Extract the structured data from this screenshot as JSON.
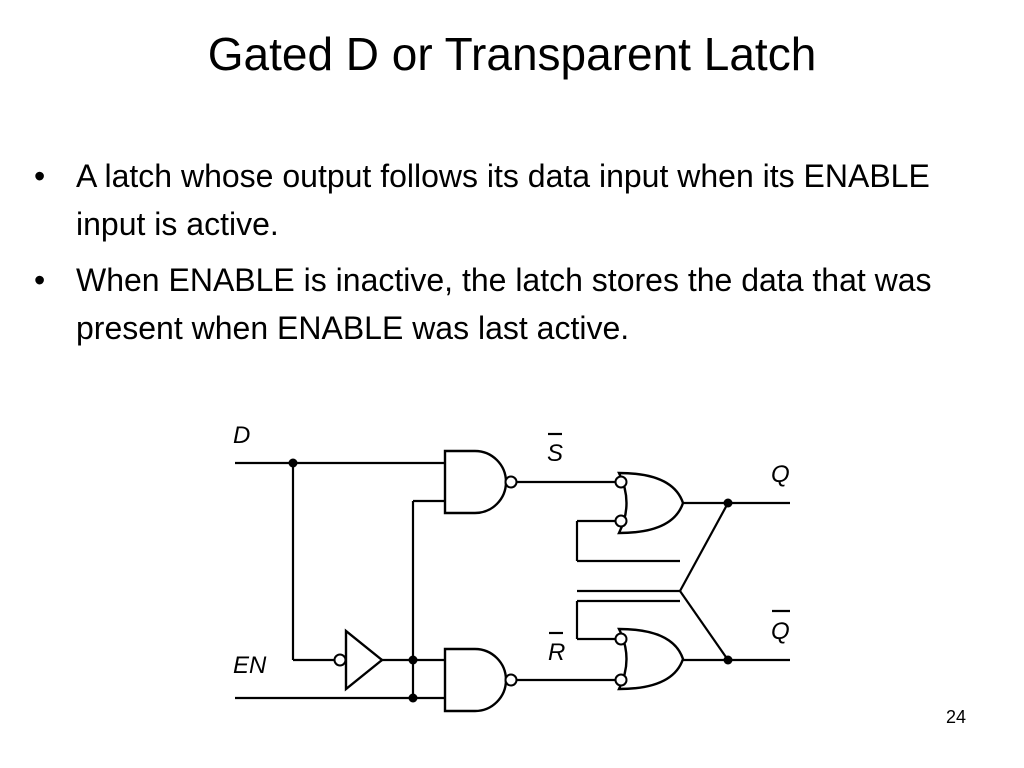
{
  "slide": {
    "title": "Gated D or Transparent Latch",
    "bullet_marker": "•",
    "bullets": [
      "A latch whose output follows its data input when its ENABLE input is active.",
      "When ENABLE is inactive, the latch stores the data that was present when ENABLE was last active."
    ],
    "page_number": "24"
  },
  "diagram": {
    "labels": {
      "d": "D",
      "en": "EN",
      "s_bar": "S",
      "r_bar": "R",
      "q": "Q",
      "q_bar": "Q"
    },
    "overbar_labels": [
      "S",
      "R",
      "Q"
    ]
  }
}
